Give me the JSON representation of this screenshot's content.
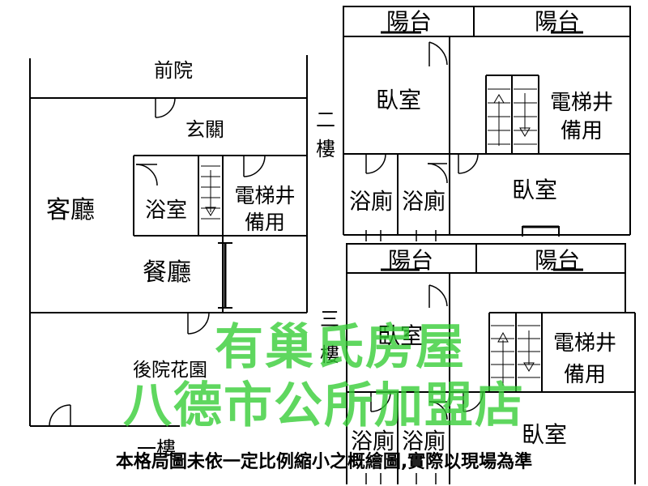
{
  "plan_1f": {
    "front_yard": "前院",
    "entrance": "玄關",
    "living_room": "客廳",
    "bathroom": "浴室",
    "elevator_line1": "電梯井",
    "elevator_line2": "備用",
    "dining_room": "餐廳",
    "back_garden": "後院花園",
    "floor_label": "一樓"
  },
  "plan_2f": {
    "balcony_left": "陽台",
    "balcony_right": "陽台",
    "floor_label_line1": "二",
    "floor_label_line2": "樓",
    "bedroom_top": "臥室",
    "elevator_line1": "電梯井",
    "elevator_line2": "備用",
    "bath_left": "浴廁",
    "bath_right": "浴廁",
    "bedroom_bottom": "臥室"
  },
  "plan_3f": {
    "balcony_left": "陽台",
    "balcony_right": "陽台",
    "floor_label_line1": "三",
    "floor_label_line2": "樓",
    "bedroom_top": "臥室",
    "elevator_line1": "電梯井",
    "elevator_line2": "備用",
    "bath_left": "浴廁",
    "bath_right": "浴廁",
    "bedroom_bottom": "臥室"
  },
  "watermark": {
    "line1": "有巢氏房屋",
    "line2": "八德市公所加盟店",
    "color": "#33cc33"
  },
  "note": "本格局圖未依一定比例縮小之概繪圖,實際以現場為準"
}
